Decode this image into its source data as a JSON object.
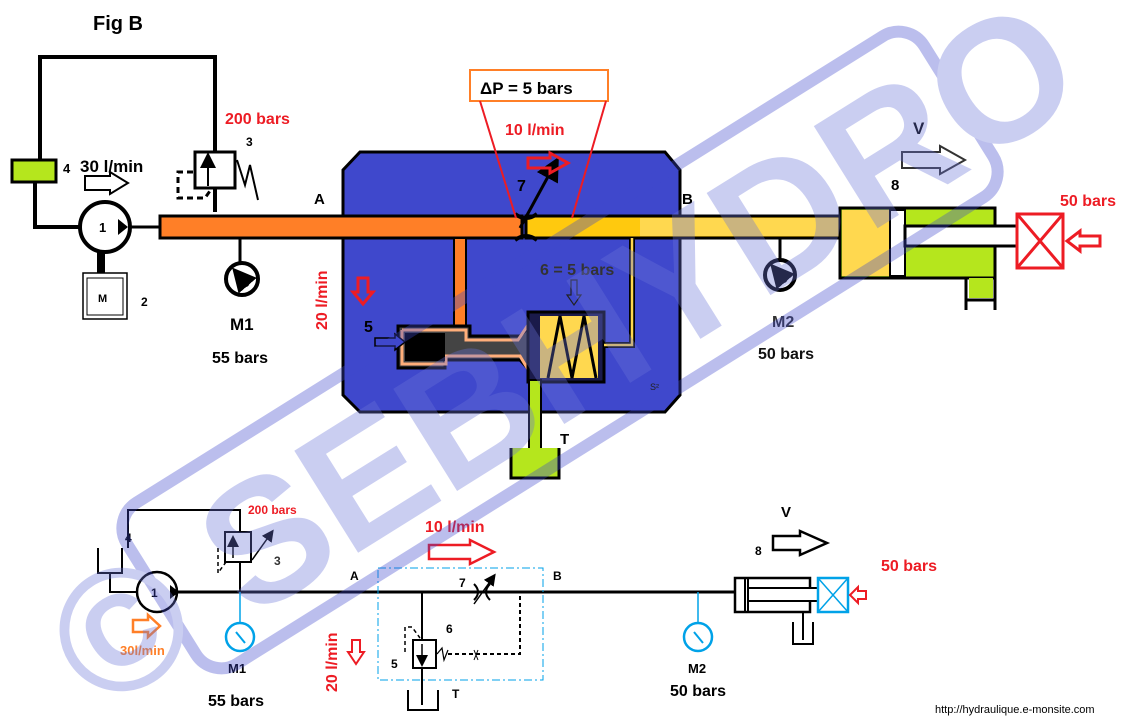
{
  "figure_title": "Fig B",
  "top": {
    "reservoir_label": "4",
    "pump_flow": "30 l/min",
    "pump_label": "1",
    "motor_label": "M",
    "motor_number": "2",
    "relief_pressure": "200 bars",
    "relief_label": "3",
    "port_a": "A",
    "port_b": "B",
    "delta_p": "ΔP = 5 bars",
    "throttle_flow": "10 l/min",
    "throttle_label": "7",
    "branch_flow": "20 l/min",
    "piston_label": "5",
    "spring_label": "6 = 5 bars",
    "tank_label": "T",
    "gauge1_label": "M1",
    "gauge1_value": "55 bars",
    "gauge2_label": "M2",
    "gauge2_value": "50 bars",
    "cylinder_label": "8",
    "velocity_label": "V",
    "load_pressure": "50 bars",
    "block_mark": "S²"
  },
  "bottom": {
    "relief_pressure": "200 bars",
    "reservoir_label": "4",
    "pump_label": "1",
    "relief_label": "3",
    "pump_flow": "30l/min",
    "port_a": "A",
    "port_b": "B",
    "throttle_label": "7",
    "throttle_flow": "10 l/min",
    "valve_label": "6",
    "piston_label": "5",
    "tank_label": "T",
    "branch_flow": "20 l/min",
    "gauge1_label": "M1",
    "gauge1_value": "55 bars",
    "gauge2_label": "M2",
    "gauge2_value": "50 bars",
    "cylinder_label": "8",
    "velocity_label": "V",
    "load_pressure": "50 bars"
  },
  "watermark": "© SEBHYDRO",
  "footer_url": "http://hydraulique.e-monsite.com",
  "colors": {
    "block": "#3f48cc",
    "pressure_line": "#ff7f27",
    "reduced_line": "#ffc90e",
    "tank_fluid": "#b5e61d",
    "red": "#ed1c24",
    "cyan": "#00a2e8"
  }
}
